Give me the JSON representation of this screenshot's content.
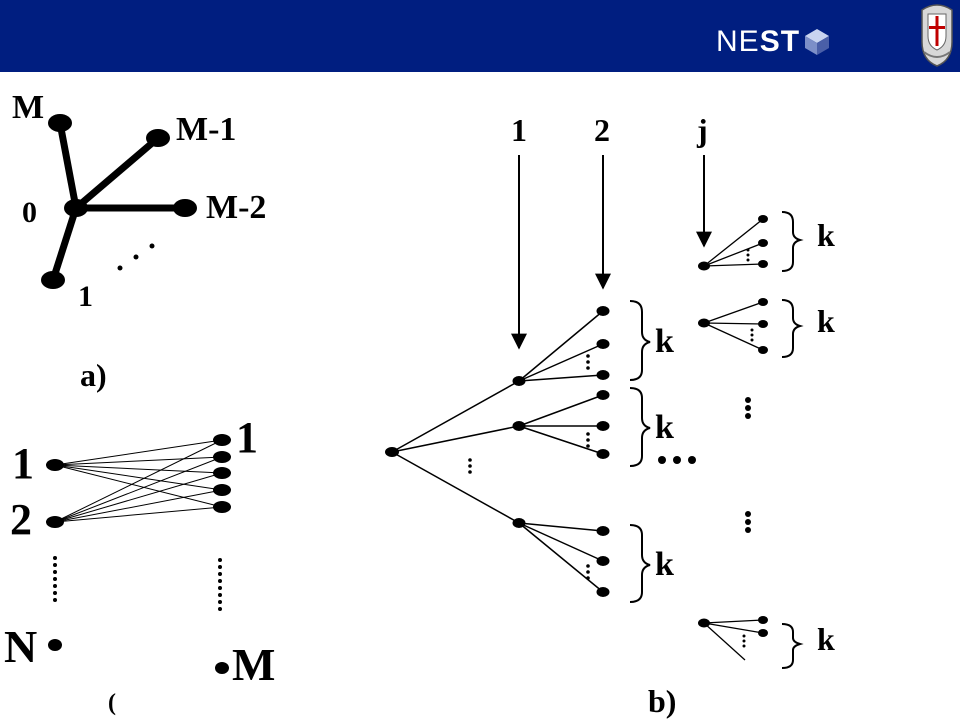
{
  "header": {
    "logo_text": "NEST",
    "bar_color": "#001e80"
  },
  "panel_a": {
    "caption": "a)",
    "center_label": "0",
    "leaf_labels": [
      "M",
      "M-1",
      "M-2",
      "1"
    ]
  },
  "panel_c": {
    "left_labels": [
      "1",
      "2",
      "N"
    ],
    "right_labels": [
      "1",
      "M"
    ],
    "caption_fragment": "("
  },
  "panel_b": {
    "caption": "b)",
    "level_labels": [
      "1",
      "2",
      "j"
    ],
    "group_label": "k"
  }
}
